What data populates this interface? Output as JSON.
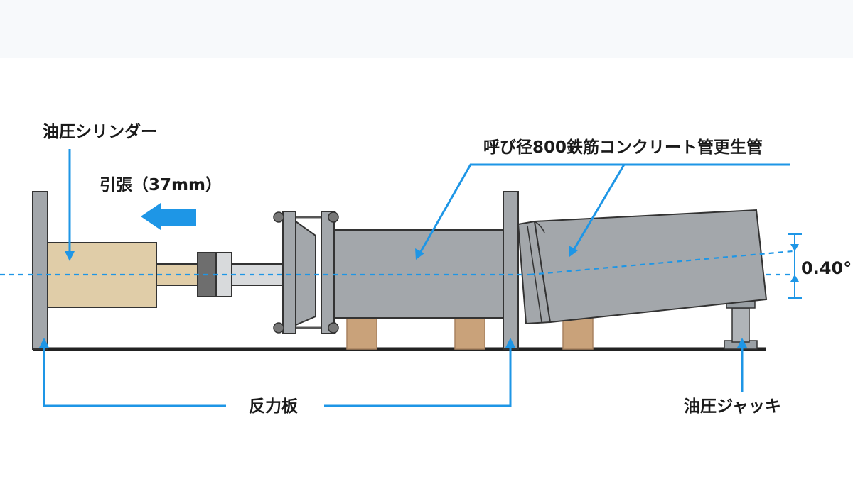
{
  "labels": {
    "cylinder": "油圧シリンダー",
    "tension": "引張（37mm）",
    "pipe": "呼び径800鉄筋コンクリート管更生管",
    "angle": "0.40°",
    "reaction_plate": "反力板",
    "jack": "油圧ジャッキ"
  },
  "colors": {
    "leader_blue": "#1e96e6",
    "steel_gray": "#a3a7ab",
    "steel_dark": "#333333",
    "cylinder_tan": "#e0cda8",
    "wood_block": "#c9a27a",
    "ground_line": "#222222"
  },
  "icons": {
    "tension_arrow": "arrow-left-icon"
  }
}
